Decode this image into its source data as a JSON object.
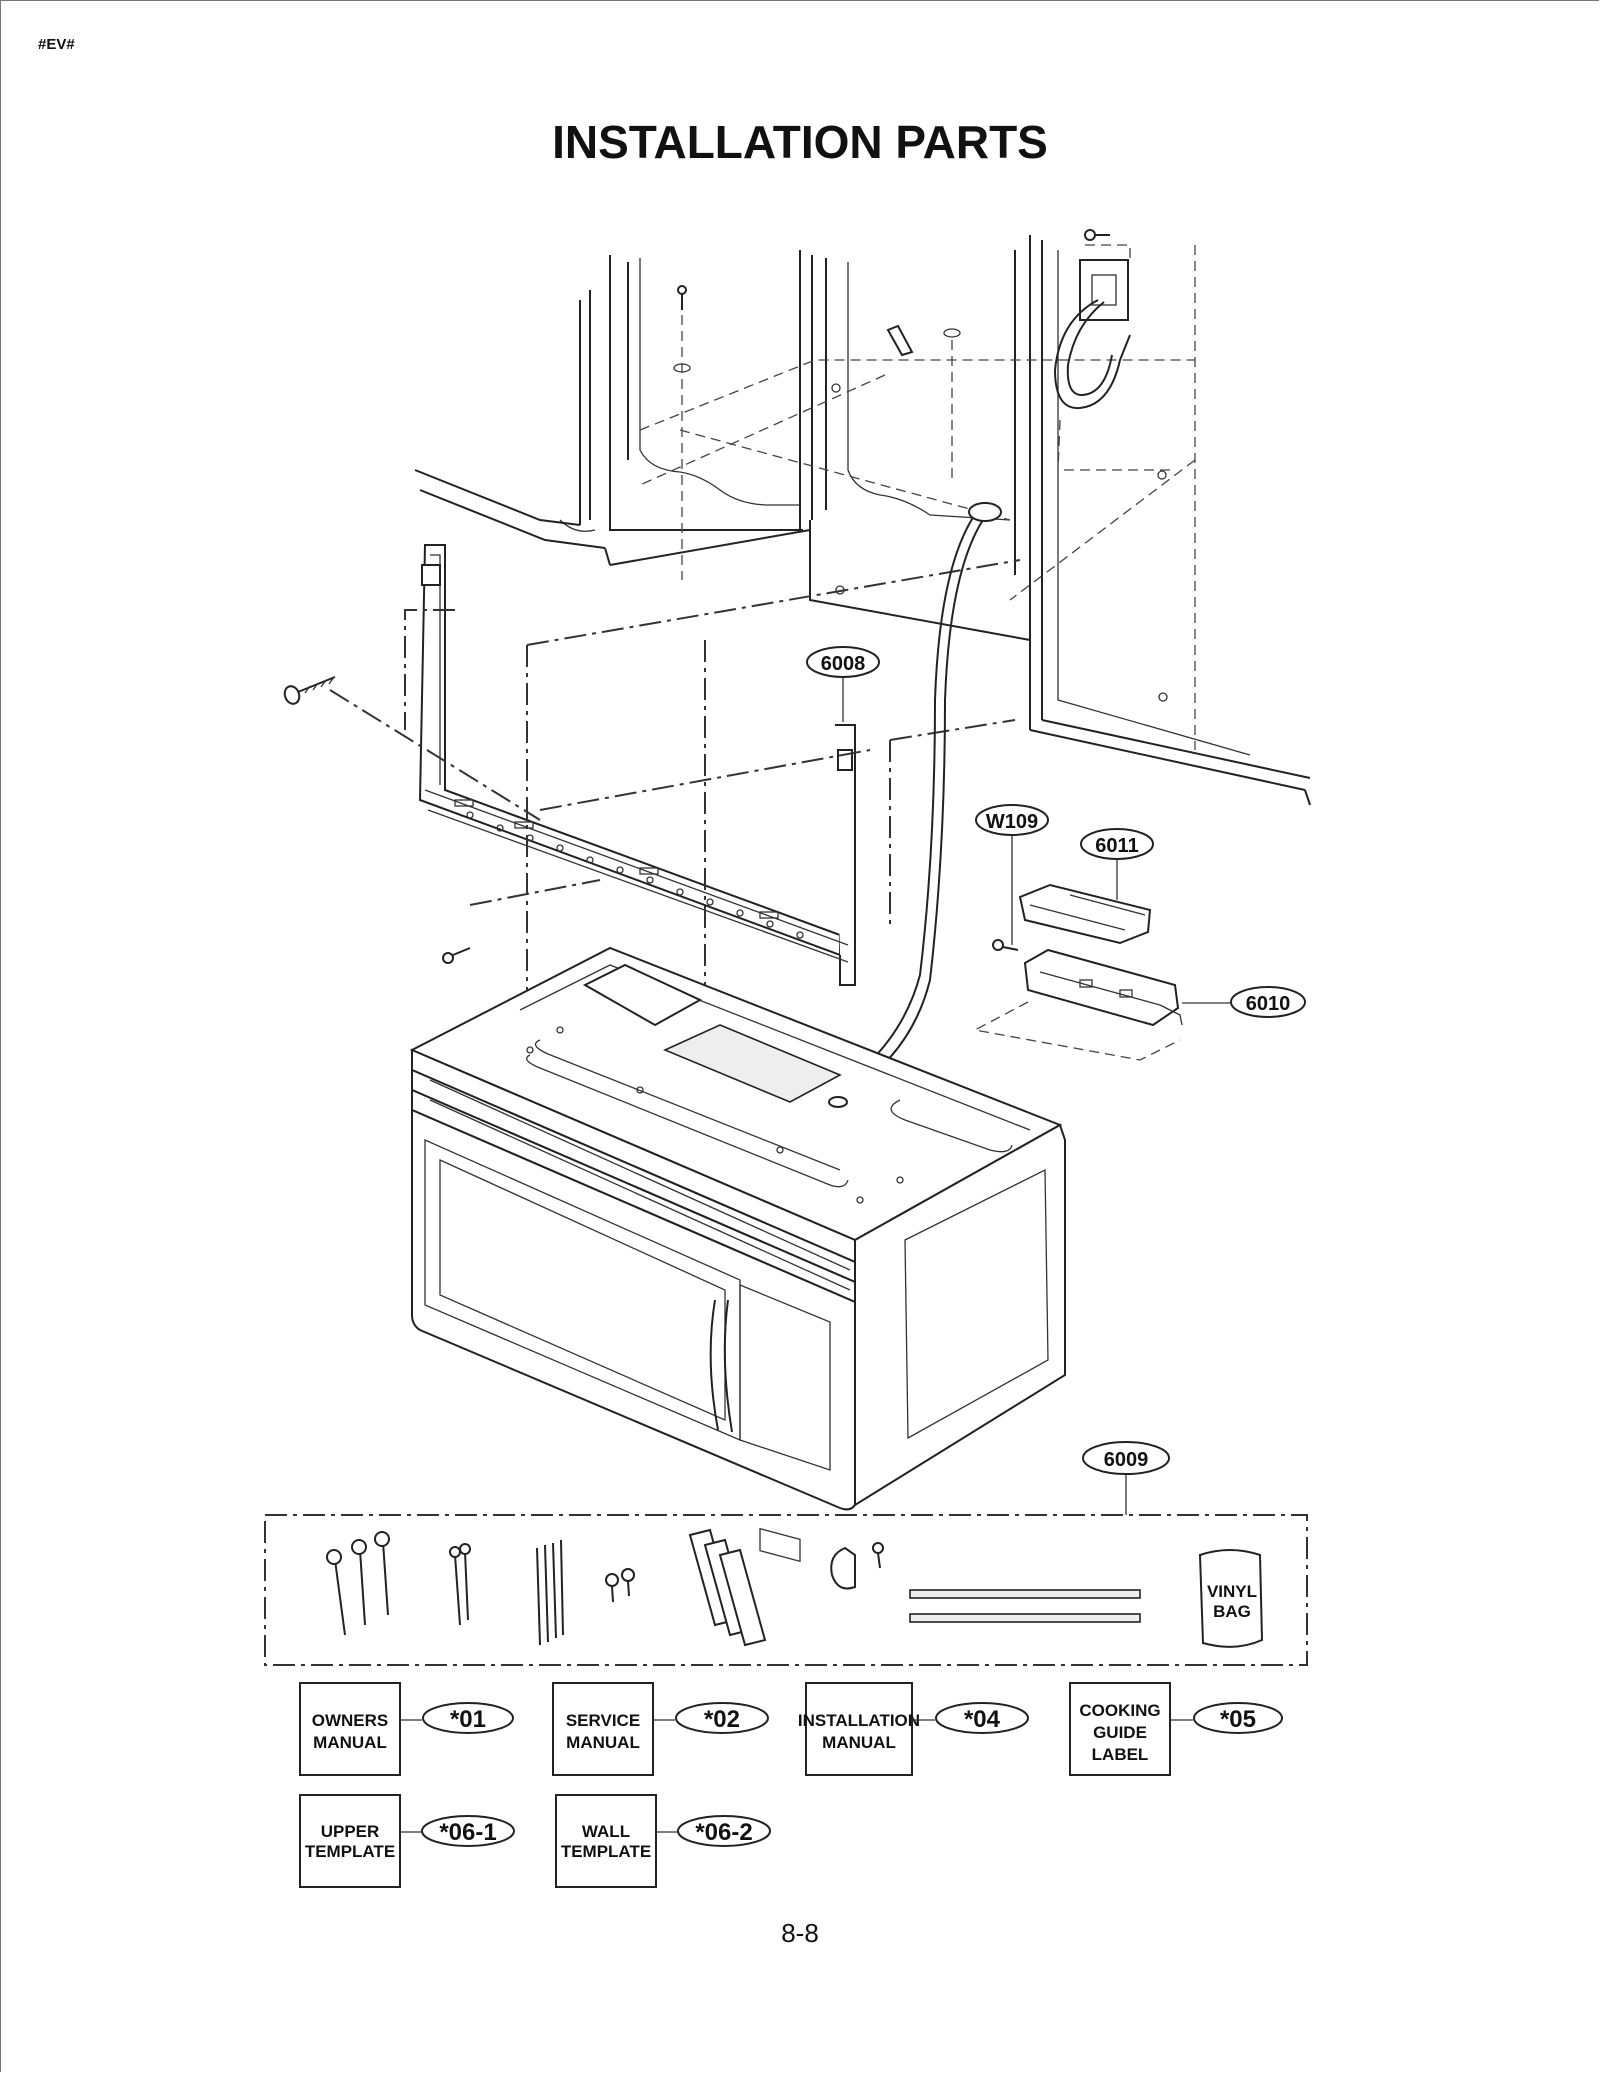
{
  "document": {
    "code": "#EV#",
    "title": "INSTALLATION PARTS",
    "page_number": "8-8"
  },
  "part_labels": {
    "p6008": "6008",
    "w109": "W109",
    "p6011": "6011",
    "p6010": "6010",
    "p6009": "6009",
    "p01": "*01",
    "p02": "*02",
    "p04": "*04",
    "p05": "*05",
    "p06_1": "*06-1",
    "p06_2": "*06-2"
  },
  "boxes": {
    "owners_manual": [
      "OWNERS",
      "MANUAL"
    ],
    "service_manual": [
      "SERVICE",
      "MANUAL"
    ],
    "installation_manual": [
      "INSTALLATION",
      "MANUAL"
    ],
    "cooking_guide_label": [
      "COOKING",
      "GUIDE",
      "LABEL"
    ],
    "upper_template": [
      "UPPER",
      "TEMPLATE"
    ],
    "wall_template": [
      "WALL",
      "TEMPLATE"
    ]
  },
  "kit": {
    "vinyl_bag": [
      "VINYL",
      "BAG"
    ]
  }
}
